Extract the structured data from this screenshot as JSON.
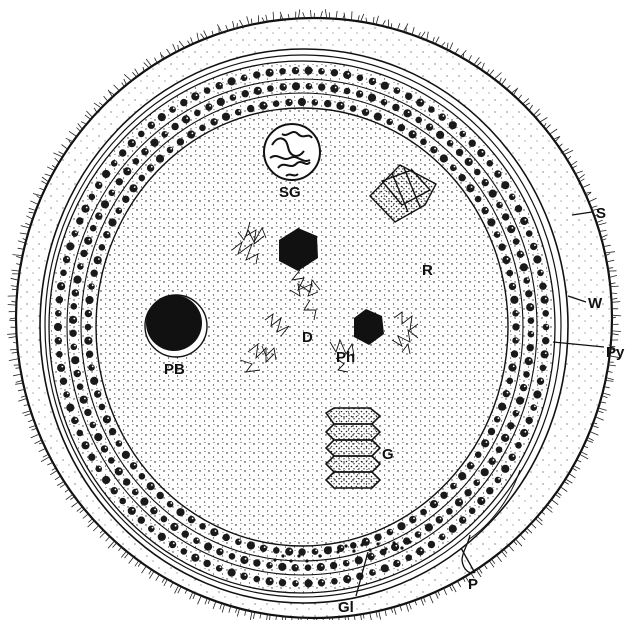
{
  "diagram": {
    "labels": {
      "S": "S",
      "W": "W",
      "Py": "Py",
      "P": "P",
      "Gl": "Gl",
      "SG": "SG",
      "R": "R",
      "D": "D",
      "PB": "PB",
      "Ph": "Ph",
      "G": "G"
    },
    "colors": {
      "ink": "#111111",
      "paper": "#ffffff",
      "stipple": "#333333"
    }
  }
}
